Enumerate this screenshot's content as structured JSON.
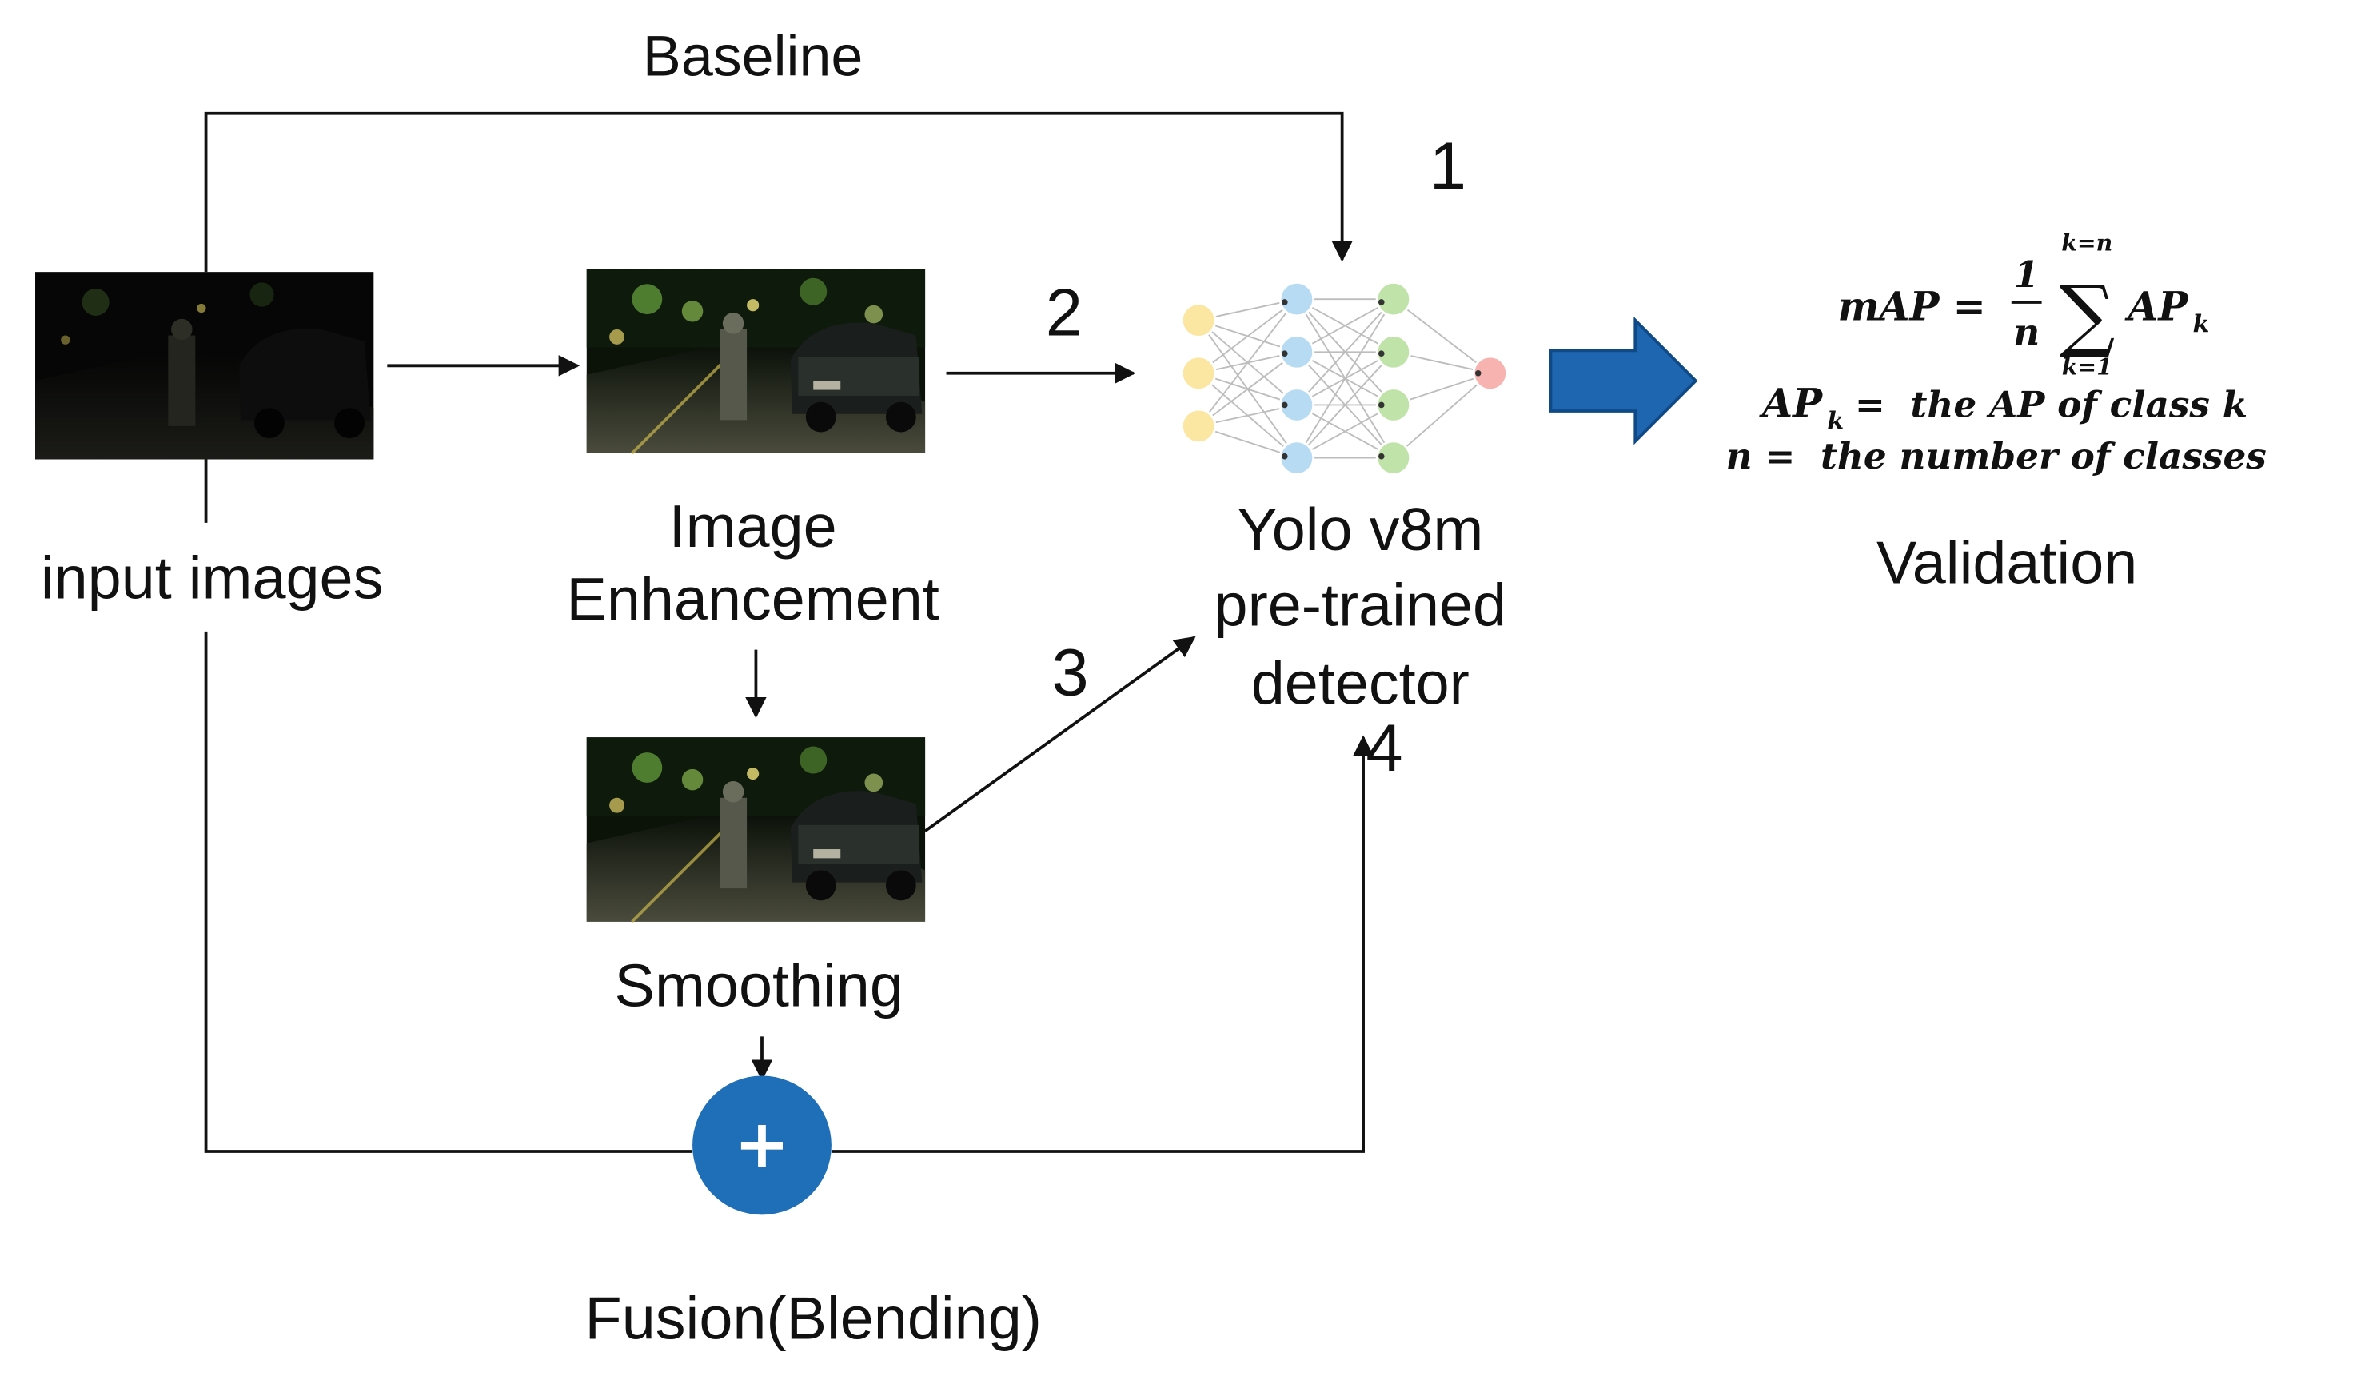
{
  "labels": {
    "baseline": "Baseline",
    "input_images": "input images",
    "enhancement": [
      "Image",
      "Enhancement"
    ],
    "smoothing": "Smoothing",
    "fusion": "Fusion(Blending)",
    "detector": [
      "Yolo v8m",
      "pre-trained",
      "detector"
    ],
    "validation": "Validation"
  },
  "path_numbers": {
    "p1": "1",
    "p2": "2",
    "p3": "3",
    "p4": "4"
  },
  "fusion_symbol": "+",
  "formula": {
    "lhs": "mAP =",
    "frac_num": "1",
    "frac_den": "n",
    "sum_symbol": "∑",
    "sum_upper": "k=n",
    "sum_lower": "k=1",
    "term": "AP",
    "term_sub": "k",
    "def1_lhs": "AP",
    "def1_sub": "k",
    "def1_rhs": " =  the AP of class k",
    "def2": "n =  the number of classes"
  },
  "colors": {
    "fusion_circle": "#1f6fb8",
    "big_arrow": "#1f66b0",
    "nn_input": "#fbe6a2",
    "nn_hidden1": "#b6dbf3",
    "nn_hidden2": "#bfe3a8",
    "nn_output": "#f6b3b0"
  },
  "icons": {
    "fusion": "plus-circle-icon",
    "arrow": "big-right-arrow-icon",
    "network": "neural-network-icon",
    "photo": "night-street-photo"
  }
}
